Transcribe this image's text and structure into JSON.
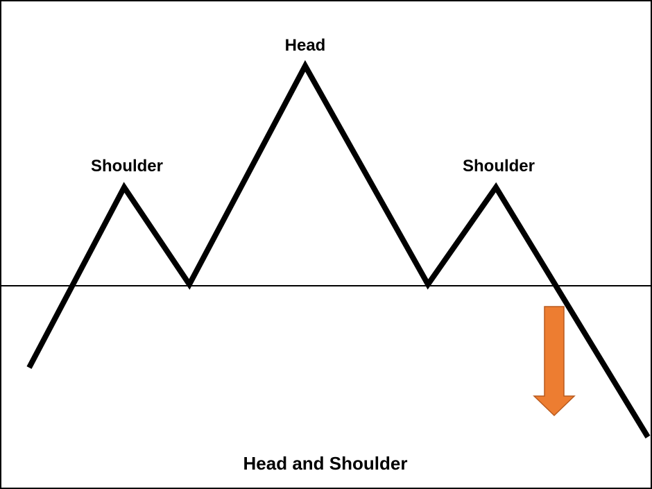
{
  "labels": {
    "left_shoulder": "Shoulder",
    "head": "Head",
    "right_shoulder": "Shoulder",
    "title": "Head and Shoulder"
  },
  "colors": {
    "line": "#000000",
    "arrow_fill": "#ED7D31",
    "arrow_stroke": "#B85A1E",
    "background": "#FFFFFF"
  },
  "elements": {
    "neckline": "horizontal neckline",
    "breakdown_arrow": "down-arrow"
  }
}
